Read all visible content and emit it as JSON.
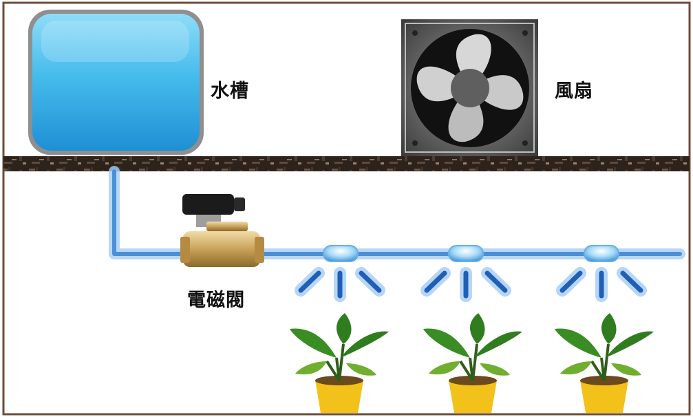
{
  "labels": {
    "tank": "水槽",
    "fan": "風扇",
    "valve": "電磁閥"
  },
  "colors": {
    "border": "#6b4c3a",
    "ceiling": "#3a2c22",
    "water": "#3ab4e8",
    "pipe": "#4a8fd8",
    "spray": "#1f5fb5",
    "leaf": "#2f7d1f",
    "pot": "#f2c11a",
    "brass": "#c9a25a"
  },
  "icons": {
    "tank": "water-tank-icon",
    "fan": "exhaust-fan-icon",
    "valve": "solenoid-valve-icon",
    "nozzle": "mist-nozzle-icon",
    "plant": "potted-plant-icon"
  }
}
